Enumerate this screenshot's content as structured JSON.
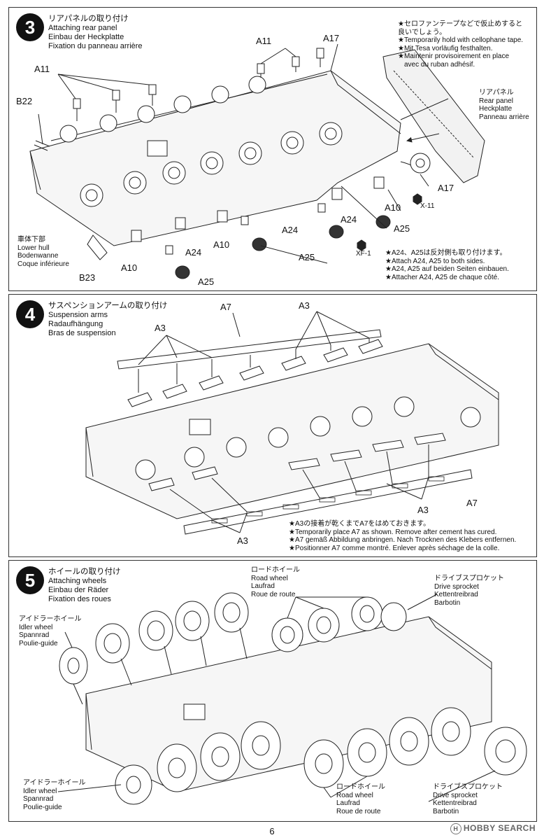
{
  "step3": {
    "number": "3",
    "title_jp": "リアパネルの取り付け",
    "title_en": "Attaching rear panel",
    "title_de": "Einbau der Heckplatte",
    "title_fr": "Fixation du panneau arrière",
    "note_top": [
      "★セロファンテープなどで仮止めすると",
      "良いでしょう。",
      "★Temporarily hold with cellophane tape.",
      "★Mit Tesa vorläufig festhalten.",
      "★Maintenir provisoirement en place",
      "avec du ruban adhésif."
    ],
    "rear_panel": [
      "リアパネル",
      "Rear panel",
      "Heckplatte",
      "Panneau arrière"
    ],
    "lower_hull": [
      "車体下部",
      "Lower hull",
      "Bodenwanne",
      "Coque inférieure"
    ],
    "note_bottom": [
      "★A24、A25は反対側も取り付けます。",
      "★Attach A24, A25 to both sides.",
      "★A24, A25 auf beiden Seiten einbauen.",
      "★Attacher A24, A25 de chaque côté."
    ],
    "labels": {
      "a11a": "A11",
      "a11b": "A11",
      "a17a": "A17",
      "a17b": "A17",
      "b22": "B22",
      "b23": "B23",
      "a10a": "A10",
      "a10b": "A10",
      "a10c": "A10",
      "a24a": "A24",
      "a24b": "A24",
      "a24c": "A24",
      "a25a": "A25",
      "a25b": "A25",
      "a25c": "A25",
      "x11": "X-11",
      "xf1": "XF-1"
    }
  },
  "step4": {
    "number": "4",
    "title_jp": "サスペンションアームの取り付け",
    "title_en": "Suspension arms",
    "title_de": "Radaufhängung",
    "title_fr": "Bras de suspension",
    "note_bottom": [
      "★A3の接着が乾くまでA7をはめておきます。",
      "★Temporarily place A7 as shown. Remove after cement has cured.",
      "★A7 gemäß Abbildung anbringen. Nach Trocknen des Klebers entfernen.",
      "★Positionner A7 comme montré. Enlever après séchage de la colle."
    ],
    "labels": {
      "a7a": "A7",
      "a7b": "A7",
      "a3a": "A3",
      "a3b": "A3",
      "a3c": "A3",
      "a3d": "A3"
    }
  },
  "step5": {
    "number": "5",
    "title_jp": "ホイールの取り付け",
    "title_en": "Attaching wheels",
    "title_de": "Einbau der Räder",
    "title_fr": "Fixation des roues",
    "road_wheel_top": [
      "ロードホイール",
      "Road wheel",
      "Laufrad",
      "Roue de route"
    ],
    "drive_sprocket_top": [
      "ドライブスプロケット",
      "Drive sprocket",
      "Kettentreibrad",
      "Barbotin"
    ],
    "idler_top": [
      "アイドラーホイール",
      "Idler wheel",
      "Spannrad",
      "Poulie-guide"
    ],
    "idler_bottom": [
      "アイドラーホイール",
      "Idler wheel",
      "Spannrad",
      "Poulie-guide"
    ],
    "road_wheel_bottom": [
      "ロードホイール",
      "Road wheel",
      "Laufrad",
      "Roue de route"
    ],
    "drive_sprocket_bottom": [
      "ドライブスプロケット",
      "Drive sprocket",
      "Kettentreibrad",
      "Barbotin"
    ]
  },
  "footer": {
    "page_number": "6",
    "watermark": "HOBBY SEARCH",
    "watermark_mark": "H"
  }
}
